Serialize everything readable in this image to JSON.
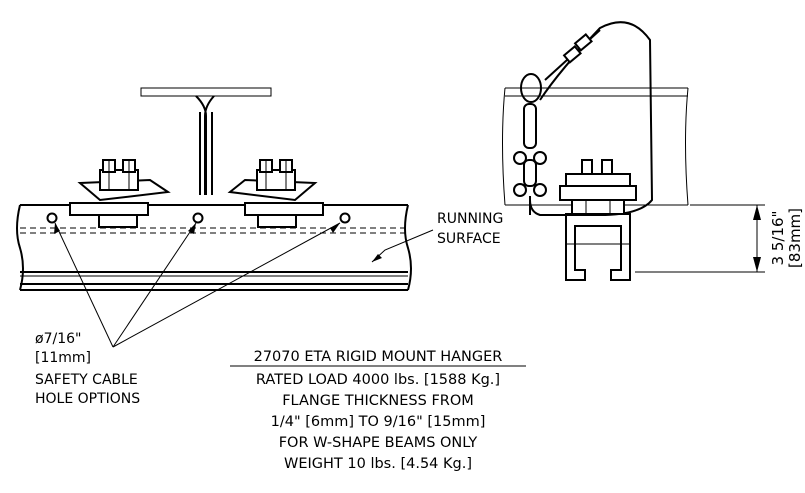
{
  "labels": {
    "running_surface_line1": "RUNNING",
    "running_surface_line2": "SURFACE",
    "hole_dia": "ø7/16\"",
    "hole_mm": "[11mm]",
    "hole_desc_line1": "SAFETY CABLE",
    "hole_desc_line2": "HOLE OPTIONS",
    "dim_imperial": "3 5/16\"",
    "dim_metric": "[83mm]"
  },
  "spec": {
    "title": "27070 ETA RIGID MOUNT HANGER",
    "line1": "RATED LOAD 4000 lbs. [1588 Kg.]",
    "line2": "FLANGE THICKNESS FROM",
    "line3": "1/4\" [6mm] TO 9/16\" [15mm]",
    "line4": "FOR W-SHAPE BEAMS ONLY",
    "line5": "WEIGHT 10 lbs. [4.54 Kg.]"
  }
}
